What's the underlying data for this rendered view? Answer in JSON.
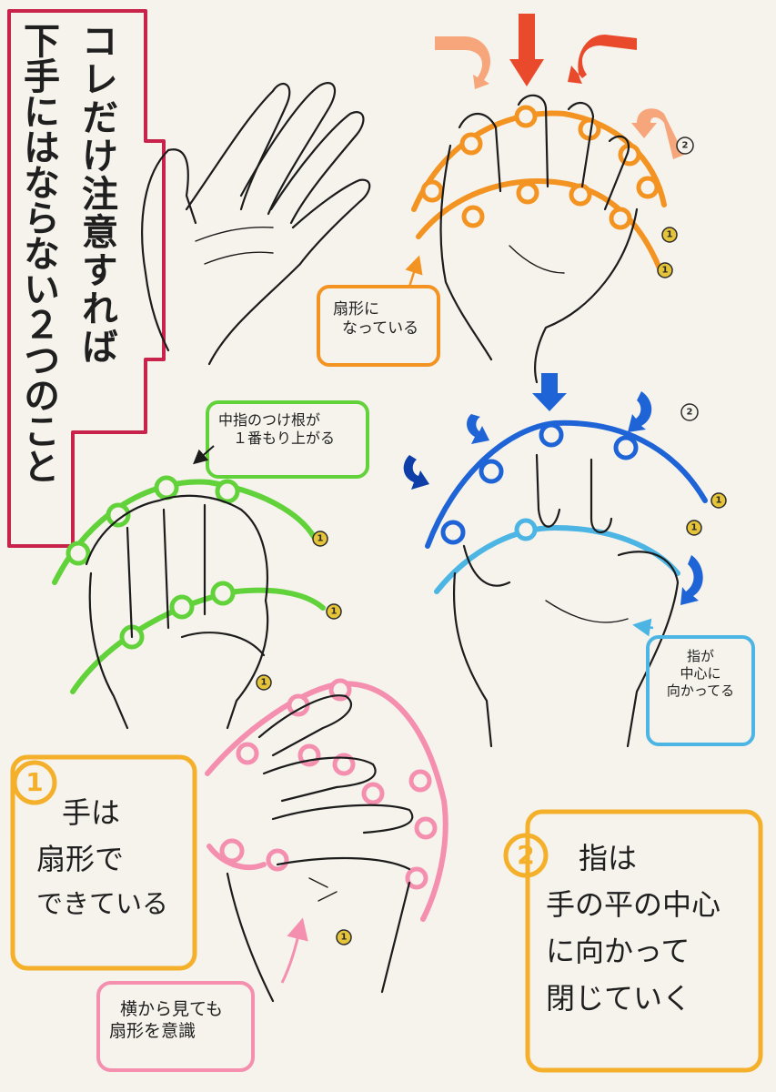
{
  "title": {
    "line1": "コレだけ注意すれば",
    "line2": "下手にはならない２つのこと"
  },
  "labels": {
    "fan_shape": [
      "扇形に",
      "なっている"
    ],
    "middle_knuckle": [
      "中指のつけ根が",
      "１番もり上がる"
    ],
    "fingers_center": [
      "指が",
      "中心に",
      "向かってる"
    ],
    "side_view": [
      "横から見ても",
      "扇形を意識"
    ]
  },
  "points": {
    "p1": {
      "num": "1",
      "lines": [
        "手は",
        "扇形で",
        "できている"
      ]
    },
    "p2": {
      "num": "2",
      "lines": [
        "指は",
        "手の平の中心",
        "に向かって",
        "閉じていく"
      ]
    }
  },
  "markers": {
    "one": "1",
    "two": "2"
  },
  "colors": {
    "title_frame": "#c8234a",
    "orange": "#f39322",
    "peach": "#f7a57a",
    "red_arrow": "#ea4a2c",
    "green": "#62d23a",
    "blue": "#1f64d6",
    "light_blue": "#4cb5e4",
    "pink": "#f48fb0",
    "yellow_frame": "#f4b02a",
    "badge_fill": "#e5c43a"
  }
}
